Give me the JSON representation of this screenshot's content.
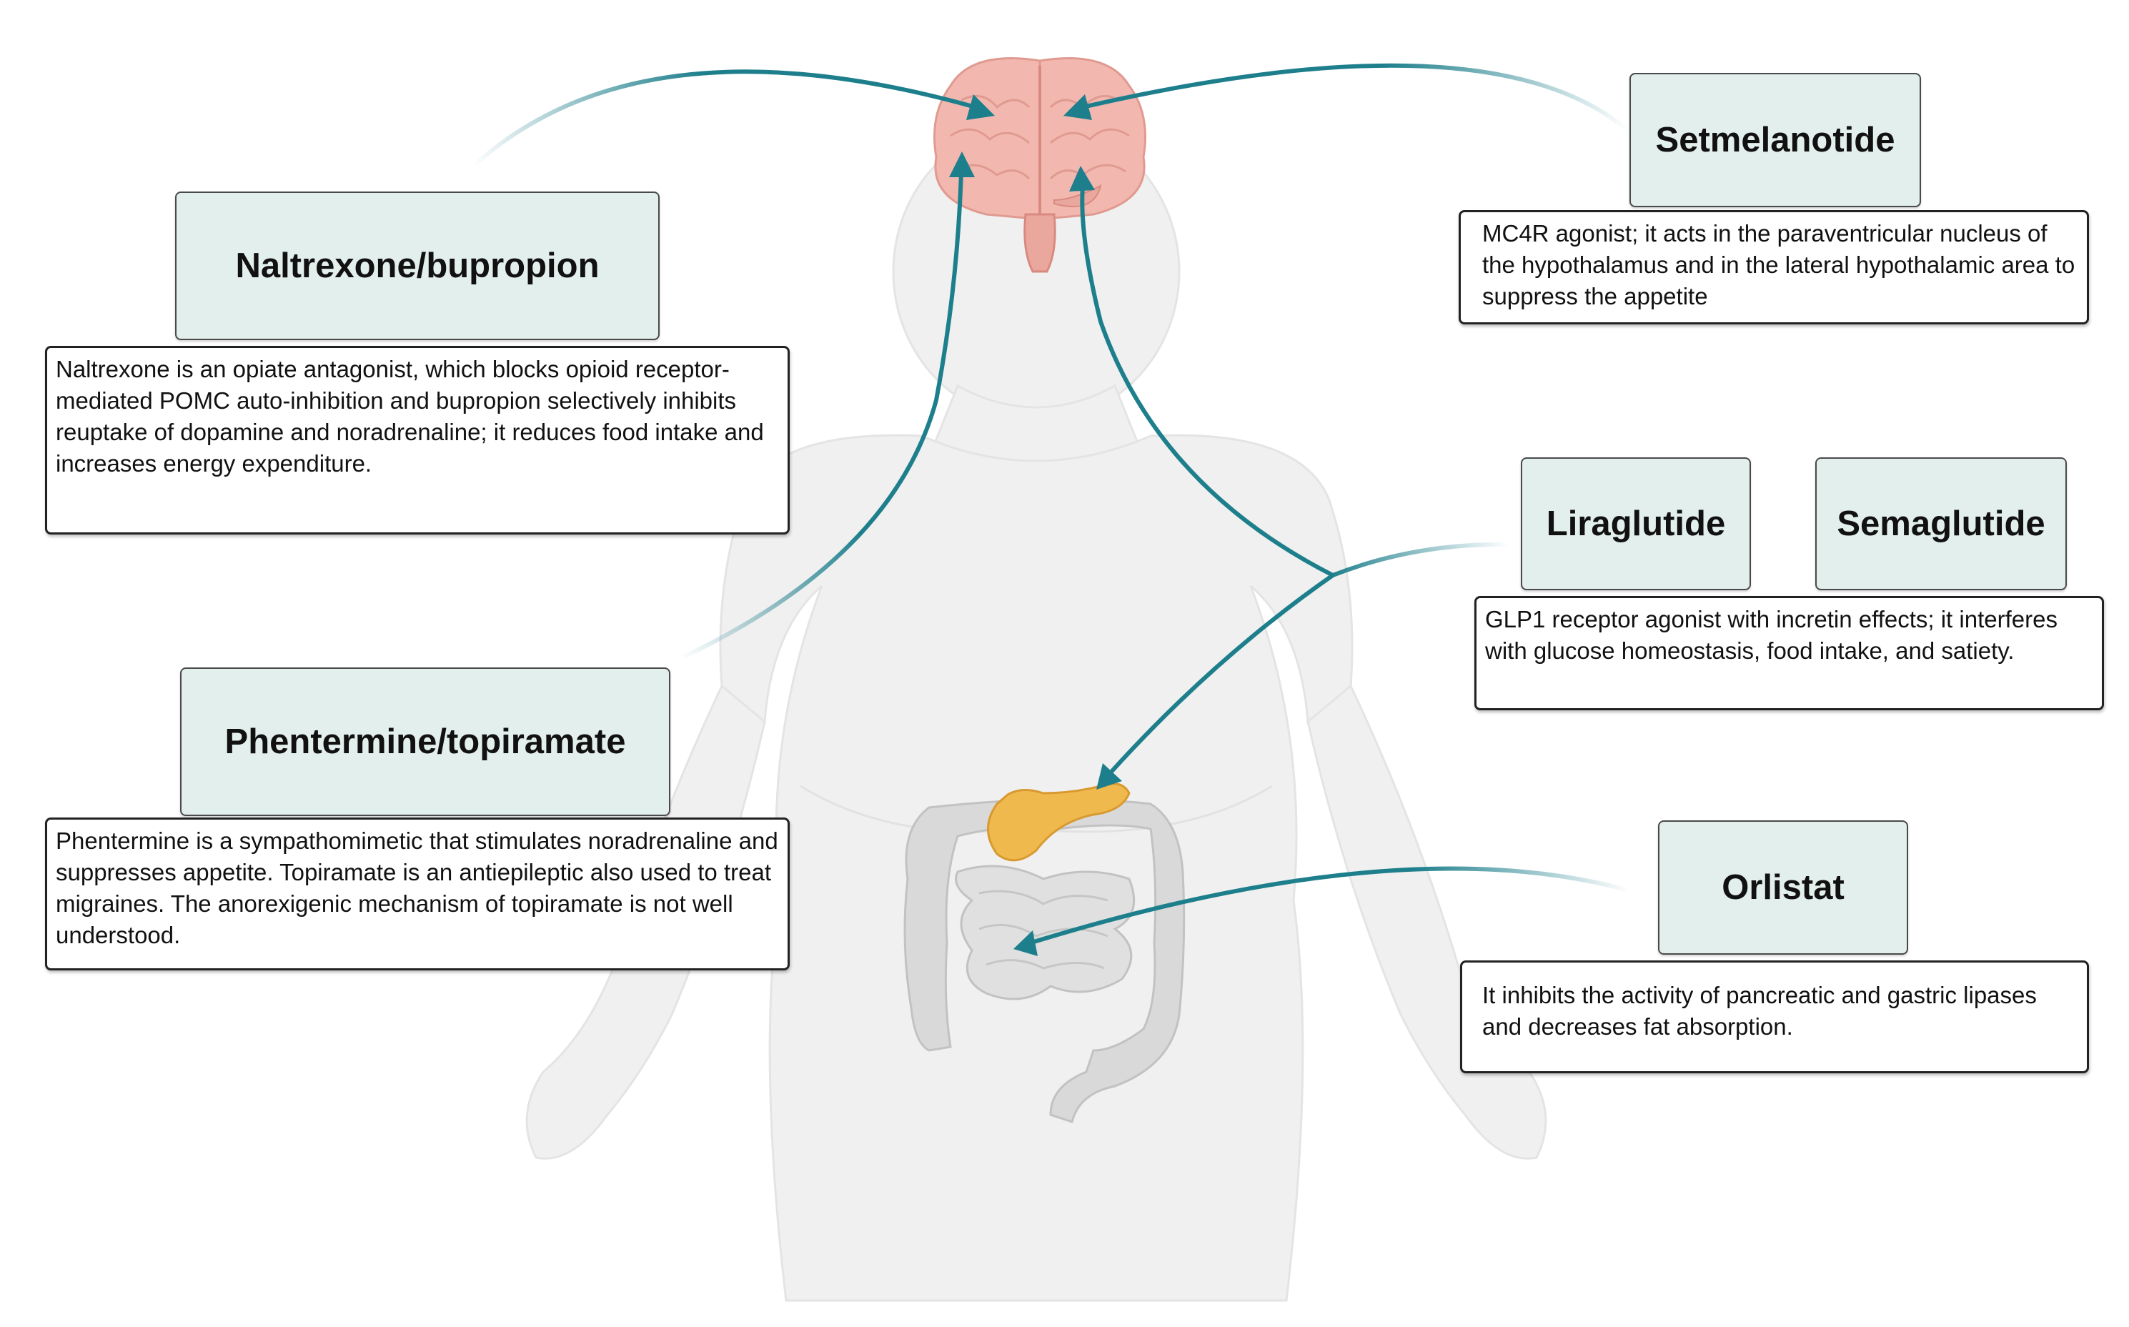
{
  "colors": {
    "arrow": "#1e7f8c",
    "drug_box_fill": "#e3efec",
    "silhouette": "#f0f0f0",
    "brain": "#f2b8b0",
    "pancreas": "#f0b94e",
    "intestine": "#d6d6d6"
  },
  "icons": [
    "brain-icon",
    "pancreas-icon",
    "intestine-icon",
    "human-silhouette"
  ],
  "drugs": {
    "naltrexone": {
      "name": "Naltrexone/bupropion",
      "description": "Naltrexone is an opiate antagonist, which blocks opioid receptor-mediated POMC auto-inhibition and bupropion selectively inhibits reuptake of dopamine and noradrenaline; it reduces food intake and increases energy expenditure."
    },
    "phentermine": {
      "name": "Phentermine/topiramate",
      "description": "Phentermine is a sympathomimetic that stimulates noradrenaline and suppresses appetite. Topiramate is an antiepileptic also used to treat migraines. The anorexigenic mechanism of topiramate is not well understood."
    },
    "setmelanotide": {
      "name": "Setmelanotide",
      "description": "MC4R agonist; it acts in the paraventricular nucleus of the hypothalamus and in the lateral hypothalamic area to suppress the appetite"
    },
    "glp1": {
      "names": [
        "Liraglutide",
        "Semaglutide"
      ],
      "description": "GLP1 receptor agonist with incretin effects; it interferes with glucose homeostasis, food intake, and satiety."
    },
    "orlistat": {
      "name": "Orlistat",
      "description": "It inhibits the activity of pancreatic and gastric lipases and decreases fat absorption."
    }
  }
}
